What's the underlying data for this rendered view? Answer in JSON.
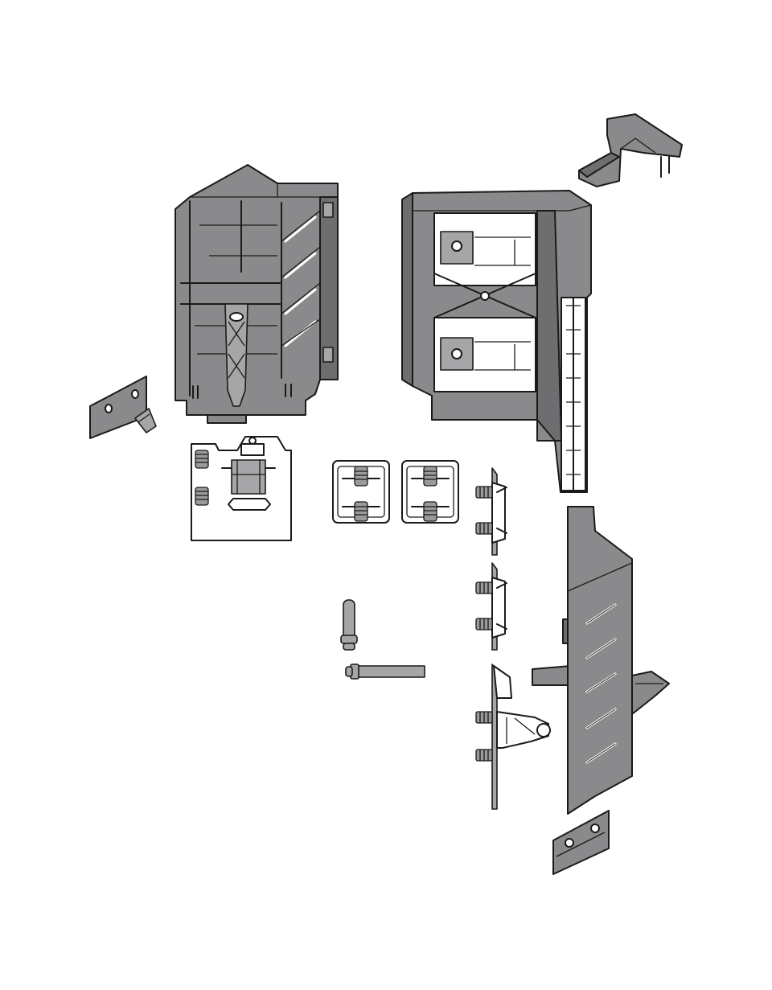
{
  "figure": {
    "colors": {
      "part_fill": "#8a8a8c",
      "part_dark": "#6e6e70",
      "part_light": "#a6a6a8",
      "outline": "#1a1a1a",
      "background": "#ffffff"
    },
    "components": [
      "left-corner-housing",
      "right-corner-housing",
      "top-bracket",
      "left-mounting-plate",
      "base-plate-with-screws",
      "adapter-clip-1",
      "adapter-clip-2",
      "rail-connector-1",
      "rail-connector-2",
      "rail-connector-with-hinge",
      "dowel-pin-vertical",
      "dowel-pin-horizontal",
      "long-side-panel",
      "bottom-mounting-plate"
    ]
  }
}
